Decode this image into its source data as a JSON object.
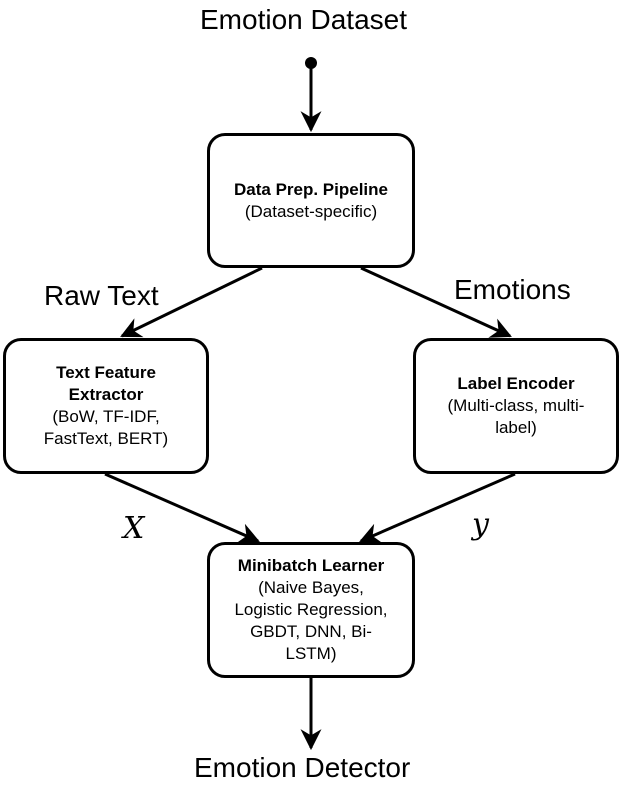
{
  "labels": {
    "top": "Emotion Dataset",
    "bottom": "Emotion Detector",
    "left_edge": "Raw Text",
    "right_edge": "Emotions",
    "x_var": "X",
    "y_var": "y"
  },
  "nodes": {
    "prep": {
      "title": "Data Prep. Pipeline",
      "sub": "(Dataset-specific)"
    },
    "text_feature": {
      "title_line1": "Text Feature",
      "title_line2": "Extractor",
      "sub_line1": "(BoW, TF-IDF,",
      "sub_line2": "FastText, BERT)"
    },
    "label_encoder": {
      "title": "Label Encoder",
      "sub_line1": "(Multi-class, multi-",
      "sub_line2": "label)"
    },
    "learner": {
      "title": "Minibatch Learner",
      "sub_line1": "(Naive Bayes,",
      "sub_line2": "Logistic Regression,",
      "sub_line3": "GBDT, DNN, Bi-",
      "sub_line4": "LSTM)"
    }
  }
}
